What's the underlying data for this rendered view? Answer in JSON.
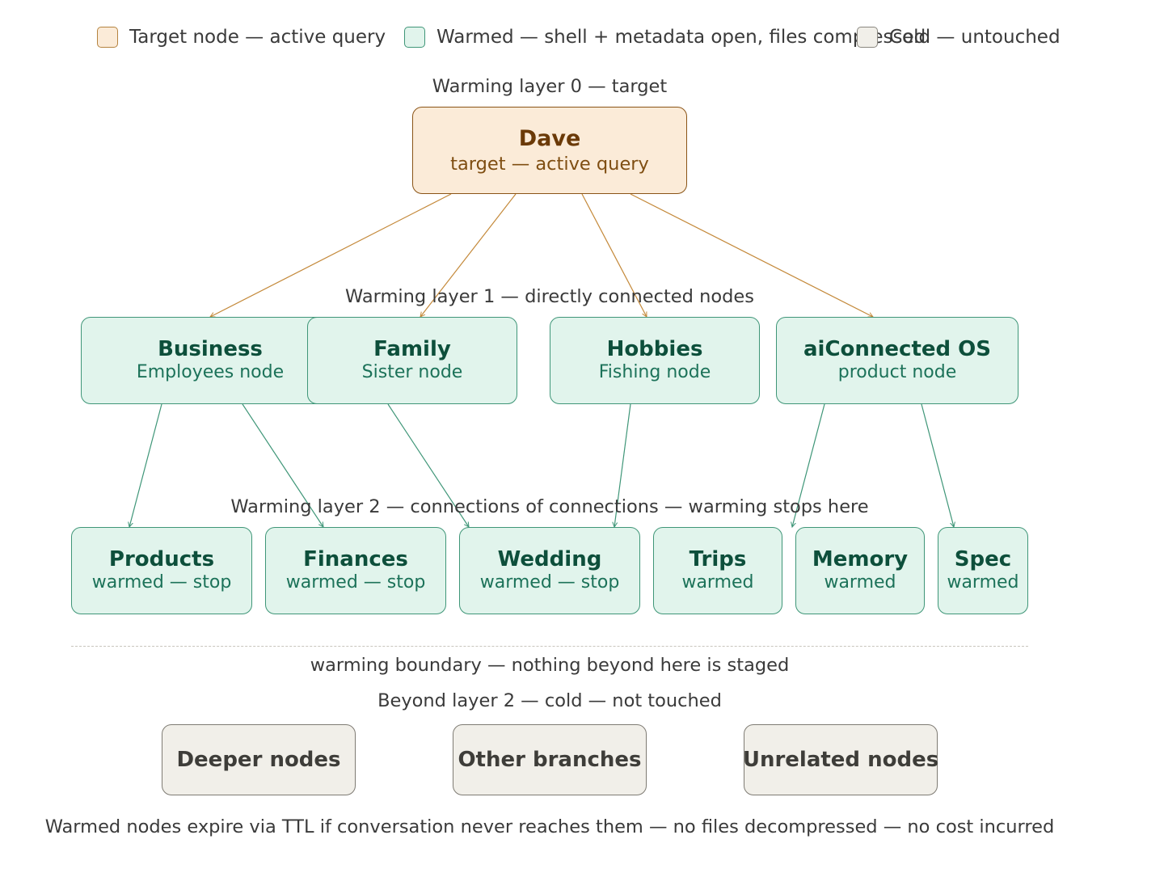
{
  "legend": {
    "target": "Target node — active query",
    "warmed": "Warmed — shell + metadata open, files compressed",
    "cold": "Cold — untouched"
  },
  "layers": {
    "layer0": "Warming layer 0 — target",
    "layer1": "Warming layer 1 — directly connected nodes",
    "layer2": "Warming layer 2 — connections of connections — warming stops here",
    "beyond": "Beyond layer 2 — cold — not touched"
  },
  "target_node": {
    "title": "Dave",
    "sub": "target — active query"
  },
  "layer1_nodes": [
    {
      "title": "Business",
      "sub": "Employees node"
    },
    {
      "title": "Family",
      "sub": "Sister node"
    },
    {
      "title": "Hobbies",
      "sub": "Fishing node"
    },
    {
      "title": "aiConnected OS",
      "sub": "product node"
    }
  ],
  "layer2_nodes": [
    {
      "title": "Products",
      "sub": "warmed — stop"
    },
    {
      "title": "Finances",
      "sub": "warmed — stop"
    },
    {
      "title": "Wedding",
      "sub": "warmed — stop"
    },
    {
      "title": "Trips",
      "sub": "warmed"
    },
    {
      "title": "Memory",
      "sub": "warmed"
    },
    {
      "title": "Spec",
      "sub": "warmed"
    }
  ],
  "boundary": "warming boundary — nothing beyond here is staged",
  "cold_nodes": [
    "Deeper nodes",
    "Other branches",
    "Unrelated nodes"
  ],
  "footer": "Warmed nodes expire via TTL if conversation never reaches them — no files decompressed — no cost incurred",
  "colors": {
    "target_fill": "#fbebd8",
    "target_stroke": "#8a5416",
    "target_edge": "#c4893a",
    "warm_fill": "#e1f4ec",
    "warm_stroke": "#3f9678",
    "warm_edge": "#3f9678",
    "cold_fill": "#f1efe9",
    "cold_stroke": "#7e7b73"
  }
}
